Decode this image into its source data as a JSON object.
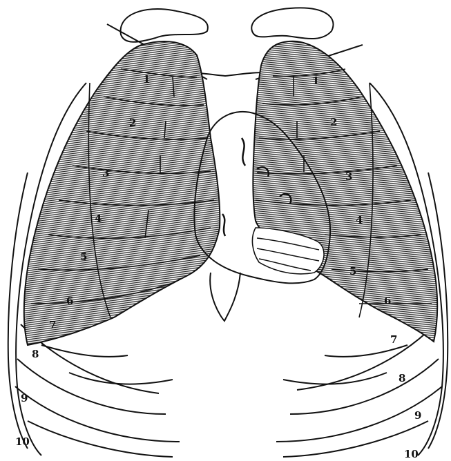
{
  "figure": {
    "colors": {
      "ink": "#111111",
      "lung_fill": "#5a5a5a",
      "paper": "#ffffff"
    },
    "left_rib_labels": [
      "1",
      "2",
      "3",
      "4",
      "5",
      "6",
      "7",
      "8",
      "9",
      "10"
    ],
    "right_rib_labels": [
      "1",
      "2",
      "3",
      "4",
      "5",
      "6",
      "7",
      "8",
      "9",
      "10"
    ]
  }
}
